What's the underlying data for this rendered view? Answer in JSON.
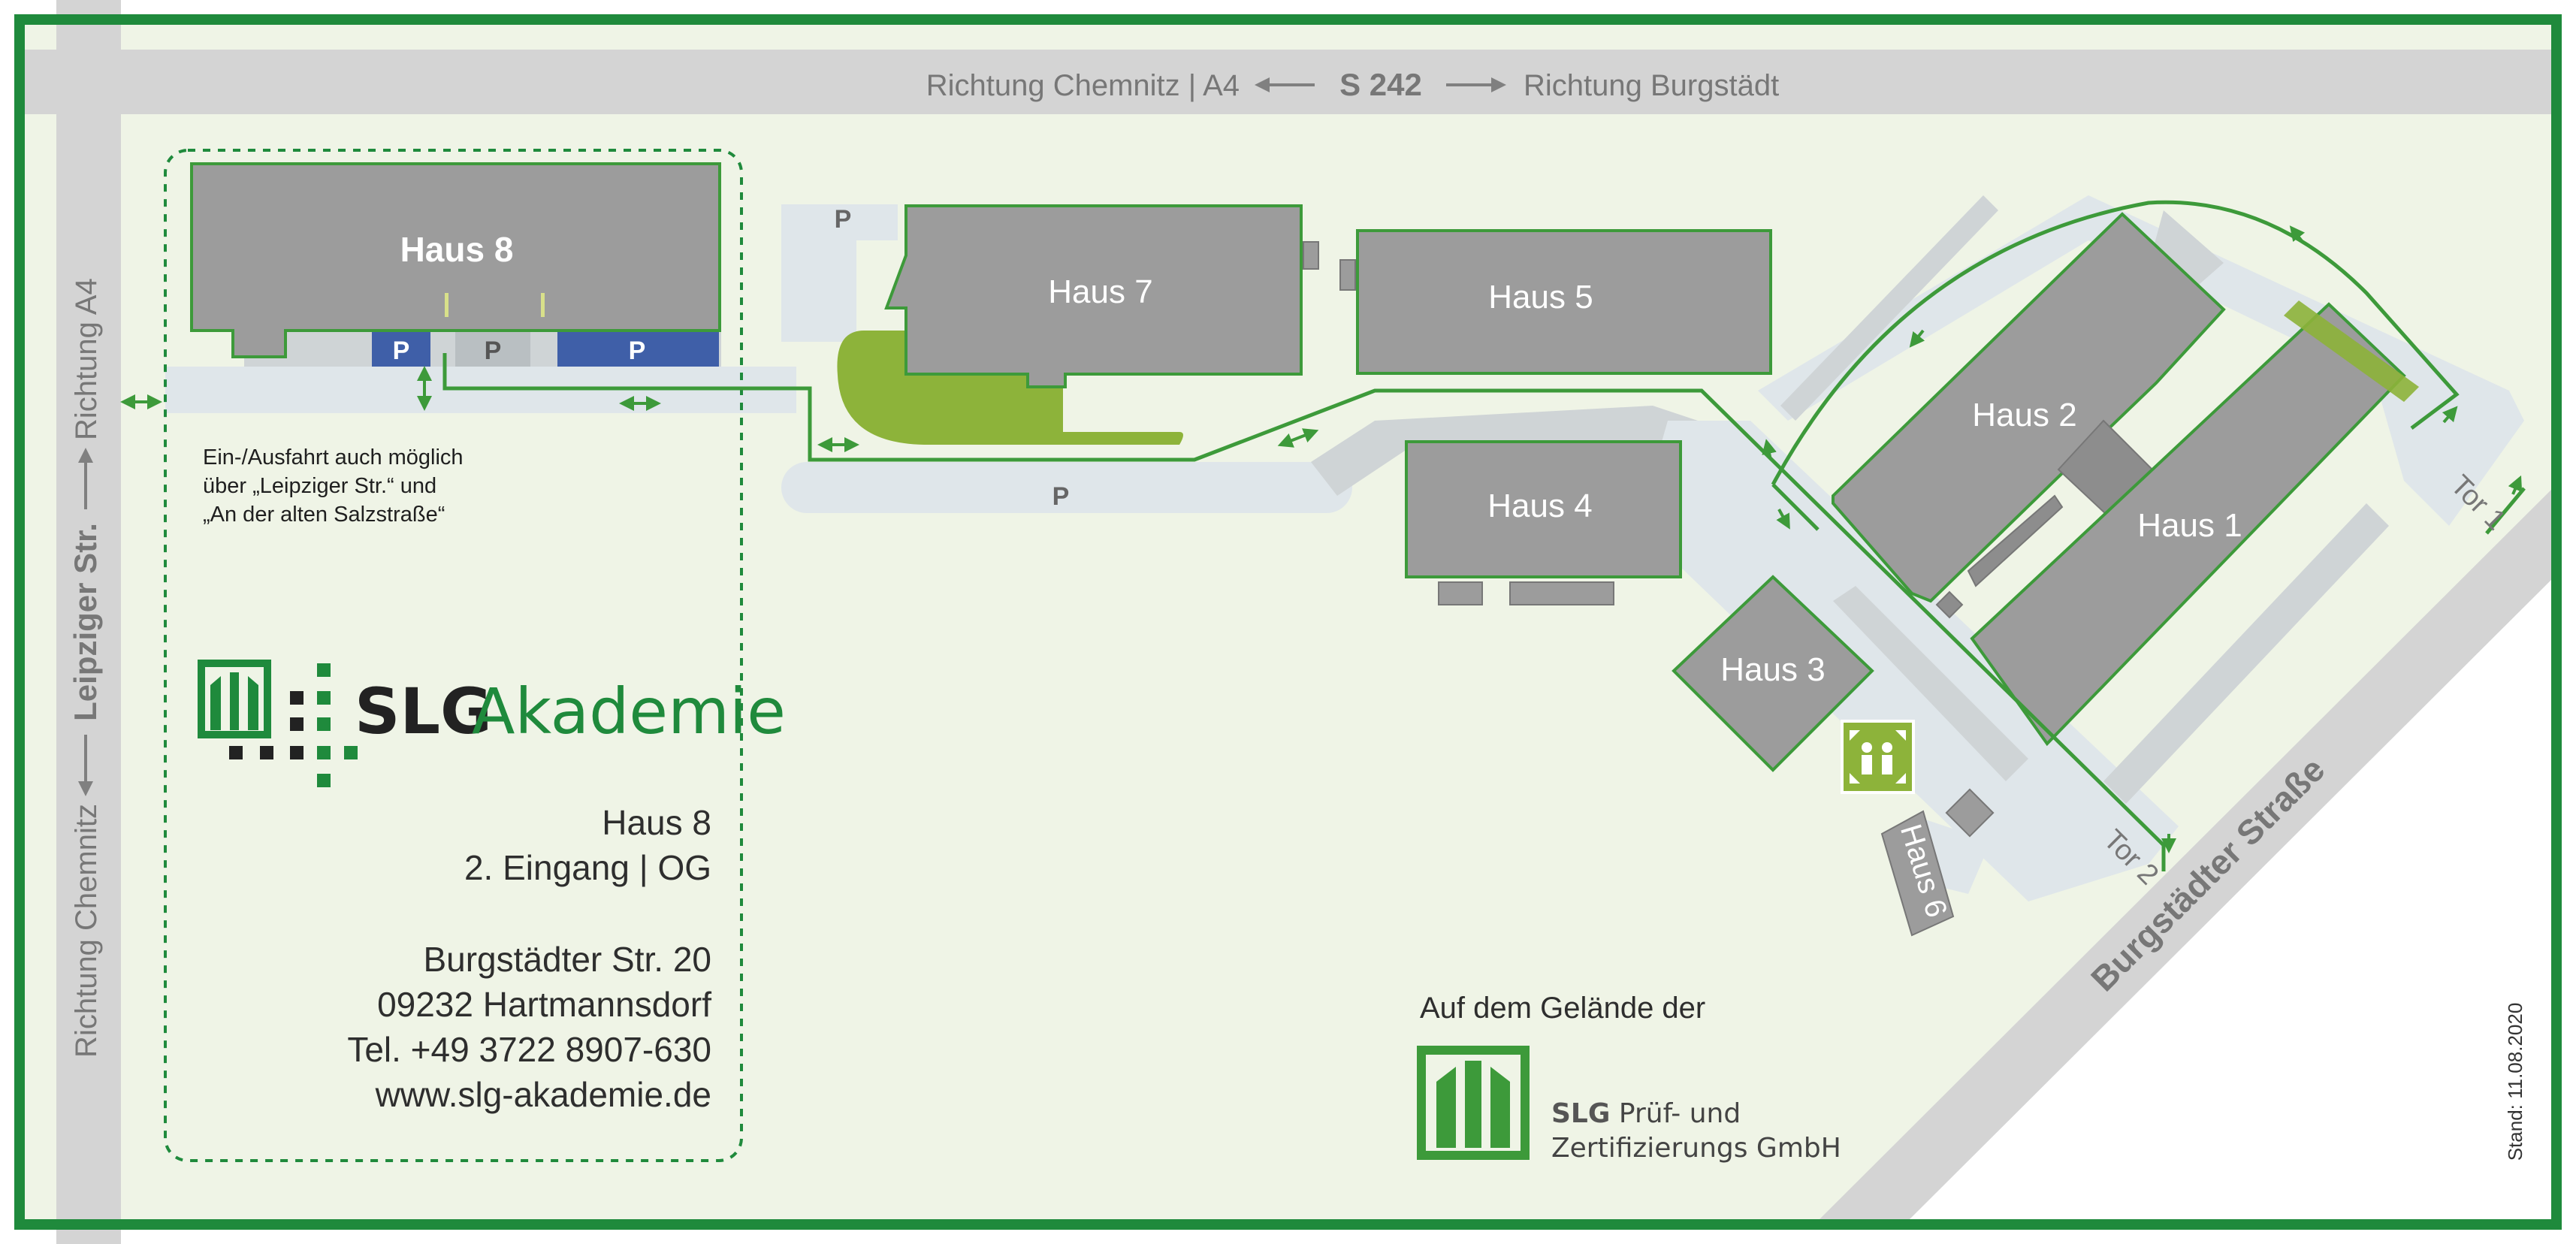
{
  "roads": {
    "top_left": "Richtung Chemnitz | A4",
    "top_center": "S 242",
    "top_right": "Richtung Burgstädt",
    "left_road_name": "Leipziger Str.",
    "left_upper": "Richtung A4",
    "left_lower": "Richtung Chemnitz",
    "diagonal_road": "Burgstädter Straße"
  },
  "buildings": {
    "haus8": "Haus 8",
    "haus7": "Haus 7",
    "haus5": "Haus 5",
    "haus4": "Haus 4",
    "haus3": "Haus 3",
    "haus2": "Haus 2",
    "haus1": "Haus 1",
    "haus6": "Haus 6"
  },
  "gates": {
    "tor1": "Tor 1",
    "tor2": "Tor 2"
  },
  "parking": {
    "label": "P"
  },
  "note": {
    "line1": "Ein-/Ausfahrt auch möglich",
    "line2": "über „Leipziger Str.“ und",
    "line3": "„An der alten Salzstraße“"
  },
  "logo": {
    "slg": "SLG",
    "akademie": "Akademie"
  },
  "address": {
    "building": "Haus 8",
    "entrance": "2. Eingang | OG",
    "street": "Burgstädter Str. 20",
    "city": "09232 Hartmannsdorf",
    "phone": "Tel. +49 3722 8907-630",
    "web": "www.slg-akademie.de"
  },
  "footer": {
    "grounds": "Auf dem Gelände der",
    "company_slg": "SLG",
    "company_line1": "Prüf- und",
    "company_line2": "Zertifizierungs GmbH",
    "date": "Stand: 11.08.2020"
  },
  "colors": {
    "frame_green": "#1f8a3c",
    "path_green": "#3d9a3a",
    "grass_green": "#8db33a",
    "building_gray": "#9c9c9c",
    "road_gray": "#cfd4d6",
    "ground": "#eff4e6",
    "parking_blue": "#3f5fa8"
  },
  "icons": [
    "double-arrow-icon",
    "direction-arrow-icon",
    "assembly-point-icon"
  ]
}
